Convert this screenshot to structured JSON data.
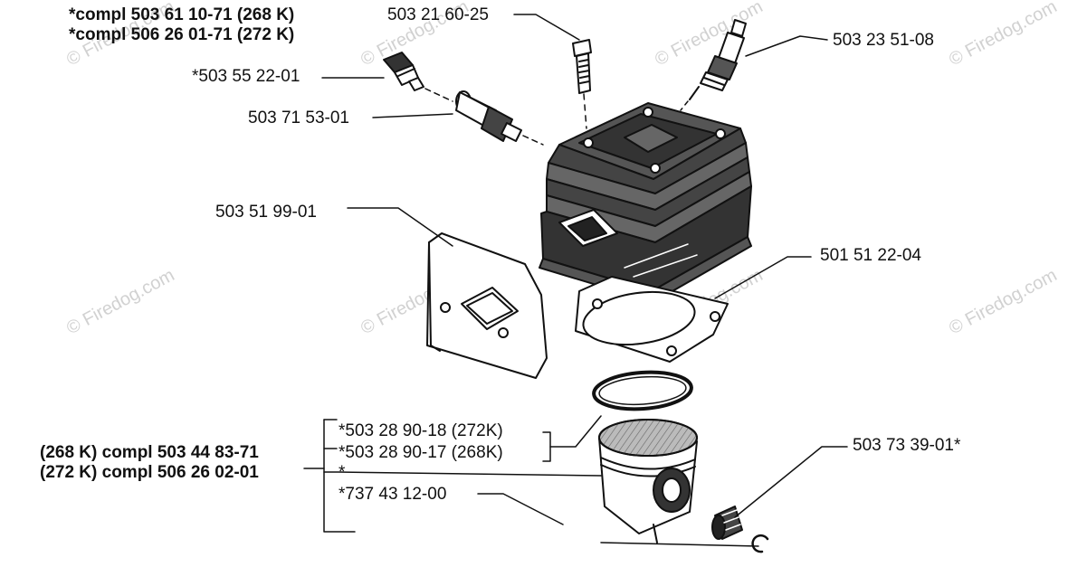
{
  "header": {
    "line1": "*compl 503 61 10-71 (268 K)",
    "line2": "*compl 506 26 01-71 (272 K)"
  },
  "watermark": {
    "text": "© Firedog.com",
    "color": "#c9c9c9"
  },
  "parts": {
    "bolt": "503 21 60-25",
    "spark_plug": "503 23 51-08",
    "decomp_valve": "*503 55 22-01",
    "valve_adapter": "503 71 53-01",
    "muffler_gasket": "503 51 99-01",
    "cylinder_gasket": "501 51 22-04",
    "ring_272": "*503 28 90-18 (272K)",
    "ring_268": "*503 28 90-17 (268K)",
    "piston_star": "*",
    "circlip": "*737 43 12-00",
    "needle_bearing": "503 73 39-01*"
  },
  "kits": {
    "line1": "(268 K) compl 503 44 83-71",
    "line2": "(272 K) compl 506 26 02-01"
  }
}
